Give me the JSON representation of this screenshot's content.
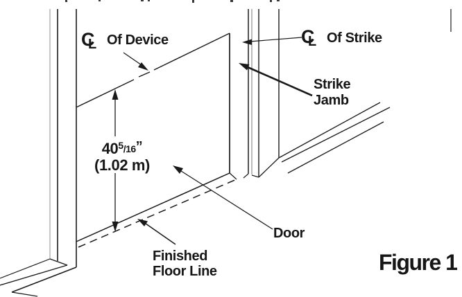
{
  "figure": {
    "caption": "Figure 1"
  },
  "labels": {
    "cl_device": {
      "c": "C",
      "l": "L",
      "text": "Of Device"
    },
    "cl_strike": {
      "c": "C",
      "l": "L",
      "text": "Of Strike"
    },
    "strike_jamb": {
      "line1": "Strike",
      "line2": "Jamb"
    },
    "dimension": {
      "main": "40",
      "frac_num": "5",
      "frac_slash": "/",
      "frac_den": "16",
      "quote": "”",
      "metric": "(1.02 m)"
    },
    "door": {
      "text": "Door"
    },
    "finished_floor": {
      "line1": "Finished",
      "line2": "Floor Line"
    }
  },
  "line_colors": {
    "ink": "#1a1a1a",
    "faint": "#999999"
  }
}
